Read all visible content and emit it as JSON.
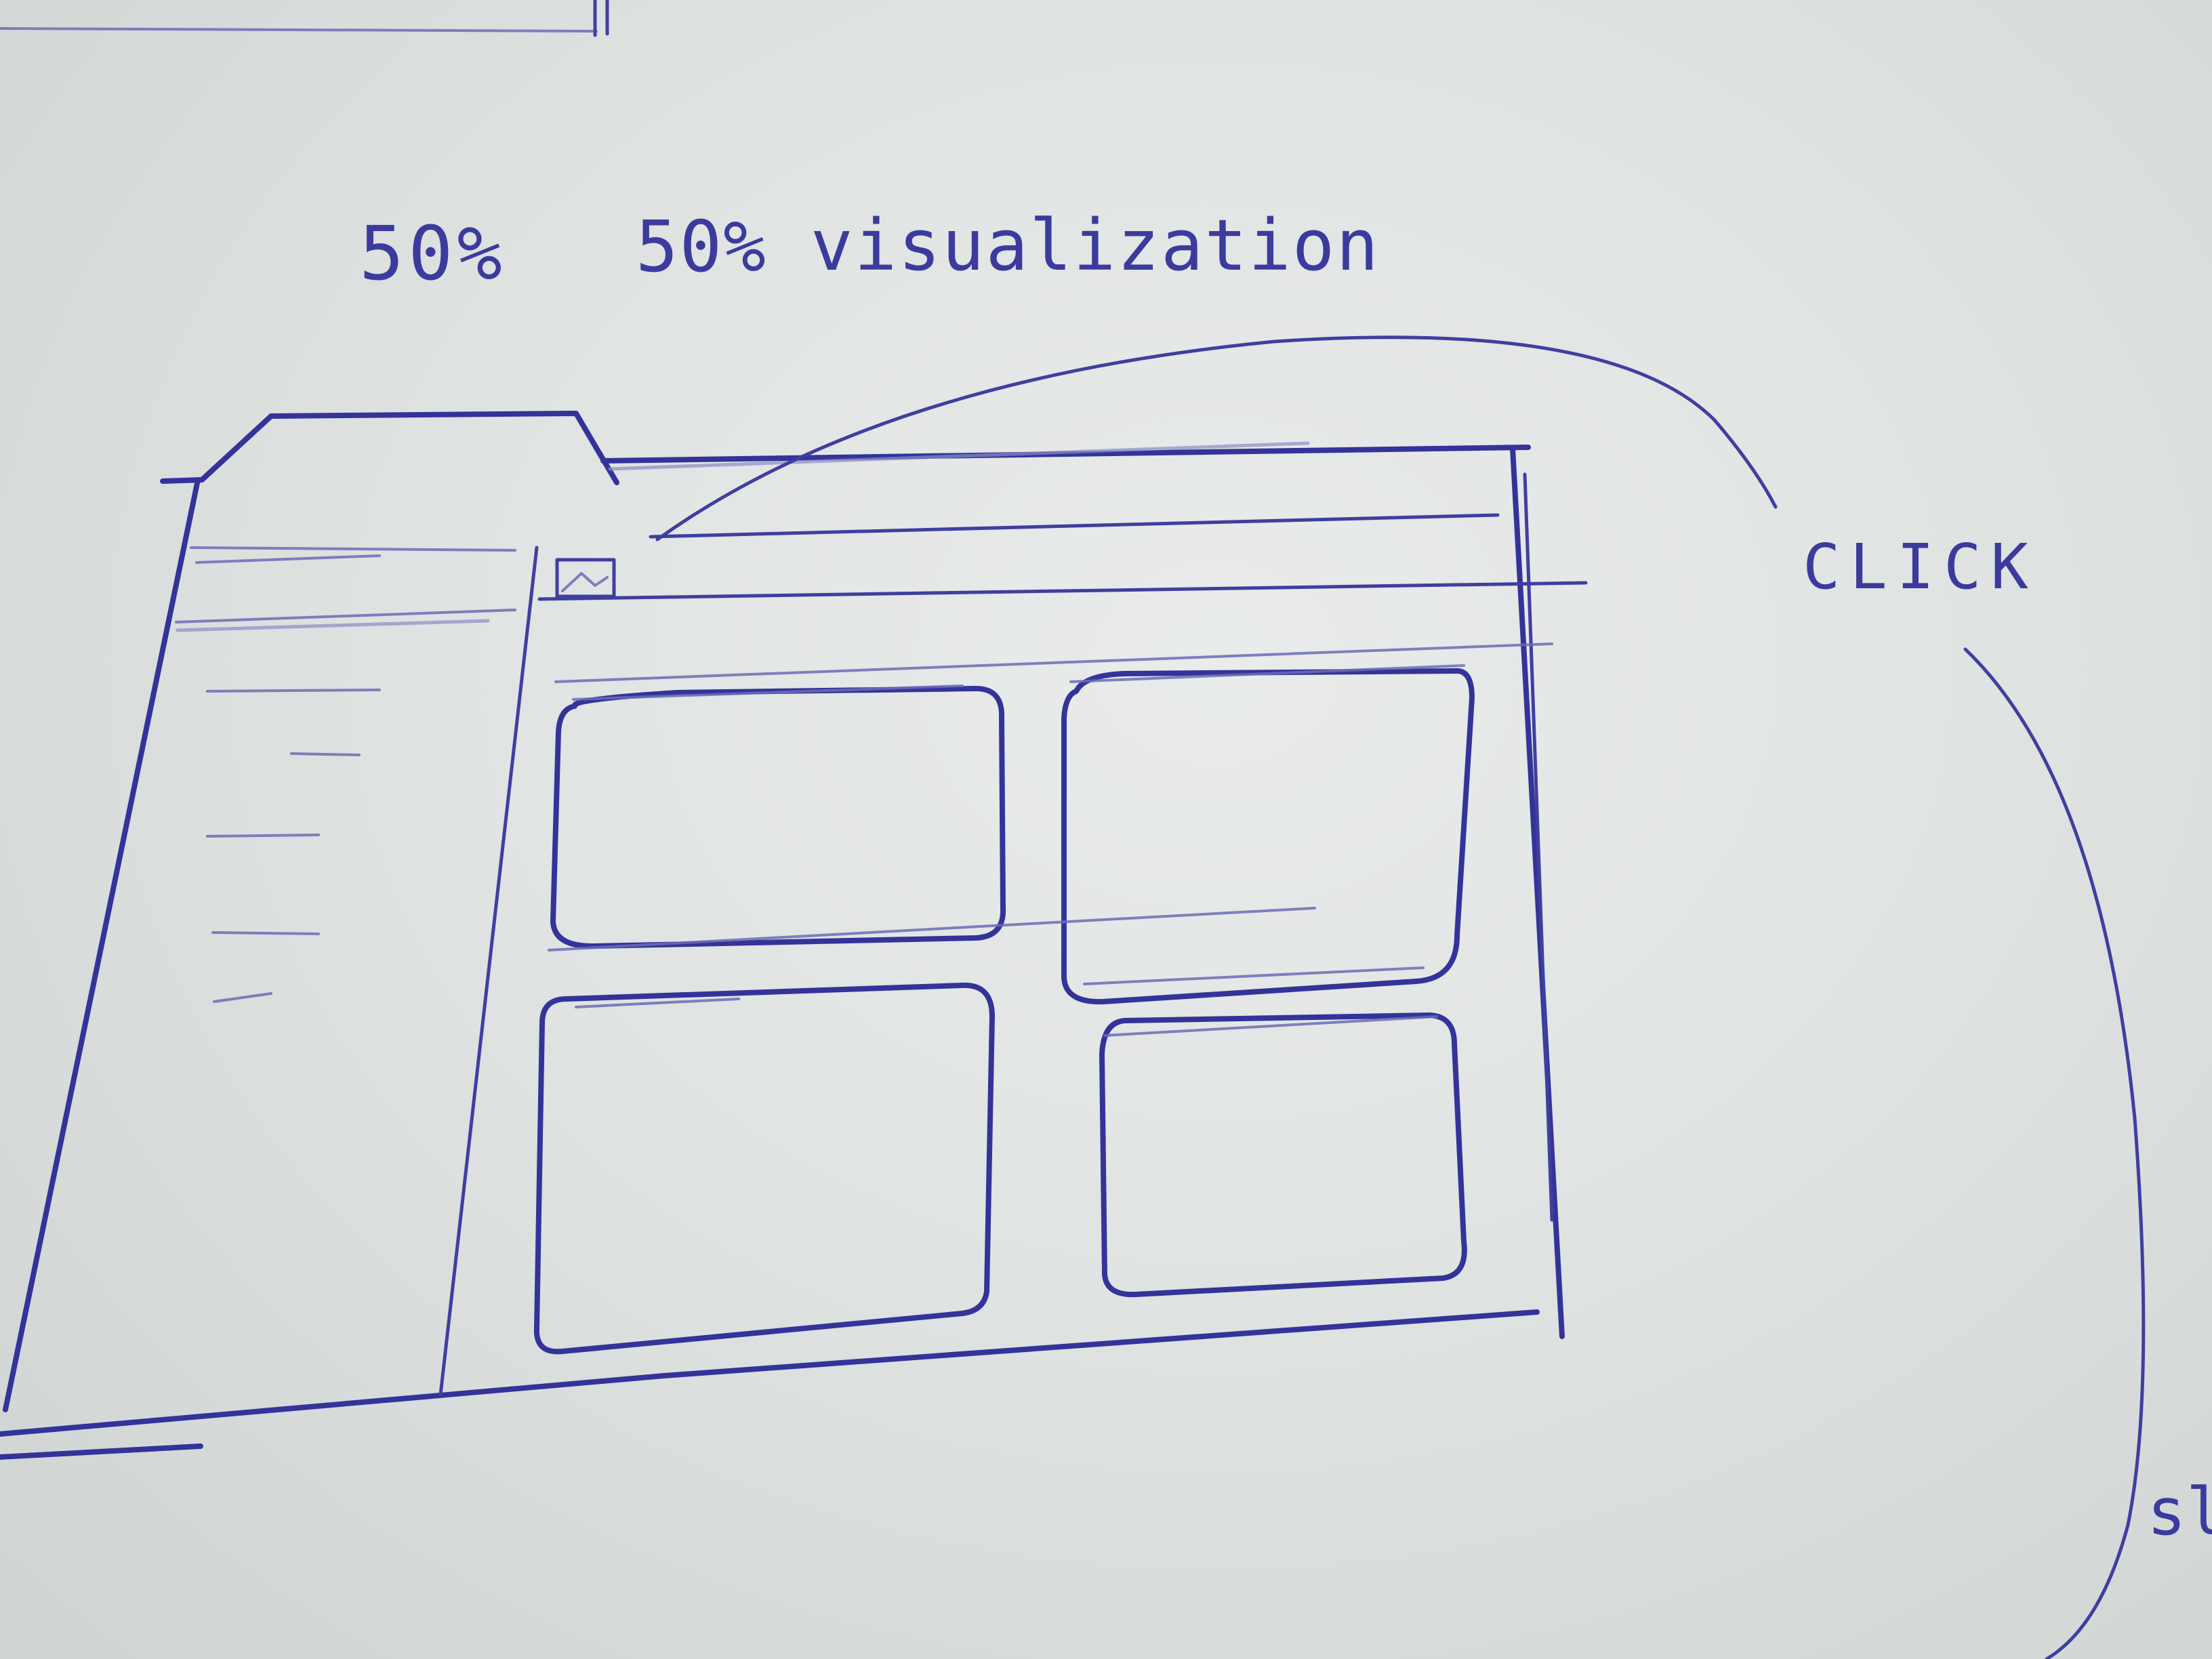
{
  "notes": {
    "split_left": "50%",
    "split_right": "50%",
    "split_label": "visualization",
    "click_label": "CLICK",
    "cut_off_label": "sl"
  },
  "sketch": {
    "ink_color": "#3a3a9c",
    "paper_color": "#e3e6e4",
    "tile_count": 4,
    "icon": "image-icon"
  }
}
